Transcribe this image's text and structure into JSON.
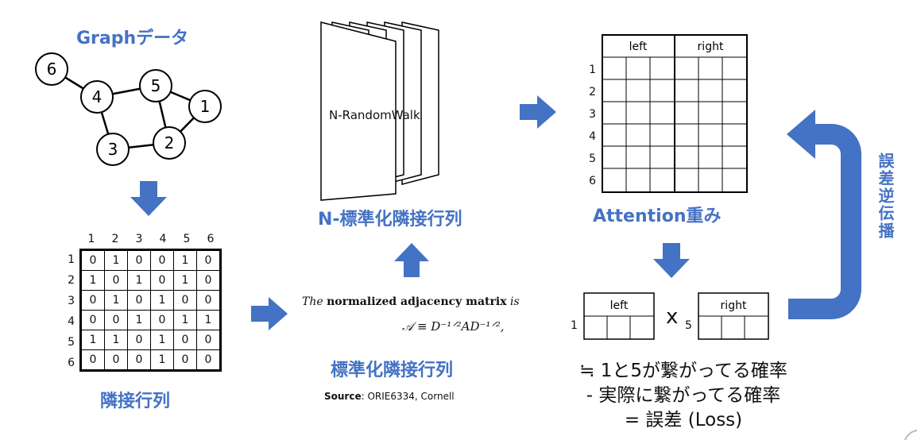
{
  "graph": {
    "title": "Graphデータ",
    "nodes": [
      "6",
      "4",
      "5",
      "1",
      "3",
      "2"
    ]
  },
  "adjacency": {
    "title": "隣接行列",
    "col_headers": [
      "1",
      "2",
      "3",
      "4",
      "5",
      "6"
    ],
    "row_headers": [
      "1",
      "2",
      "3",
      "4",
      "5",
      "6"
    ],
    "rows": [
      [
        "0",
        "1",
        "0",
        "0",
        "1",
        "0"
      ],
      [
        "1",
        "0",
        "1",
        "0",
        "1",
        "0"
      ],
      [
        "0",
        "1",
        "0",
        "1",
        "0",
        "0"
      ],
      [
        "0",
        "0",
        "1",
        "0",
        "1",
        "1"
      ],
      [
        "1",
        "1",
        "0",
        "1",
        "0",
        "0"
      ],
      [
        "0",
        "0",
        "0",
        "1",
        "0",
        "0"
      ]
    ]
  },
  "random_walk": {
    "page_label": "N-RandomWalk",
    "title": "N-標準化隣接行列"
  },
  "normalized": {
    "sentence_a": "The",
    "sentence_b": "normalized adjacency matrix",
    "sentence_c": "is",
    "formula": "𝒜 ≡ D⁻¹ᐟ²AD⁻¹ᐟ²,",
    "title": "標準化隣接行列",
    "source_label": "Source",
    "source_text": ": ORIE6334, Cornell"
  },
  "attention": {
    "title": "Attention重み",
    "left": "left",
    "right": "right",
    "rows": [
      "1",
      "2",
      "3",
      "4",
      "5",
      "6"
    ]
  },
  "product": {
    "left": "left",
    "right": "right",
    "left_index": "1",
    "times": "x",
    "right_index": "5"
  },
  "loss": {
    "line1": "≒ 1と5が繋がってる確率",
    "line2": "- 実際に繋がってる確率",
    "line3": "= 誤差 (Loss)"
  },
  "backprop": {
    "label": "誤差逆伝播"
  },
  "colors": {
    "accent": "#4472c4"
  }
}
